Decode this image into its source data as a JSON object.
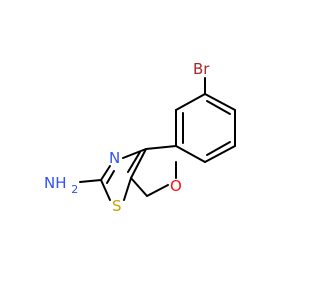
{
  "molecule": {
    "atoms": {
      "br": {
        "label": "Br",
        "color": "#a62929"
      },
      "n_ring": {
        "label": "N",
        "color": "#3050f8"
      },
      "n_amine": {
        "label": "NH",
        "sub": "2",
        "color": "#3050f8"
      },
      "s": {
        "label": "S",
        "color": "#c6a400"
      },
      "o": {
        "label": "O",
        "color": "#ff0d0d"
      }
    },
    "bond_color": "#000000"
  }
}
